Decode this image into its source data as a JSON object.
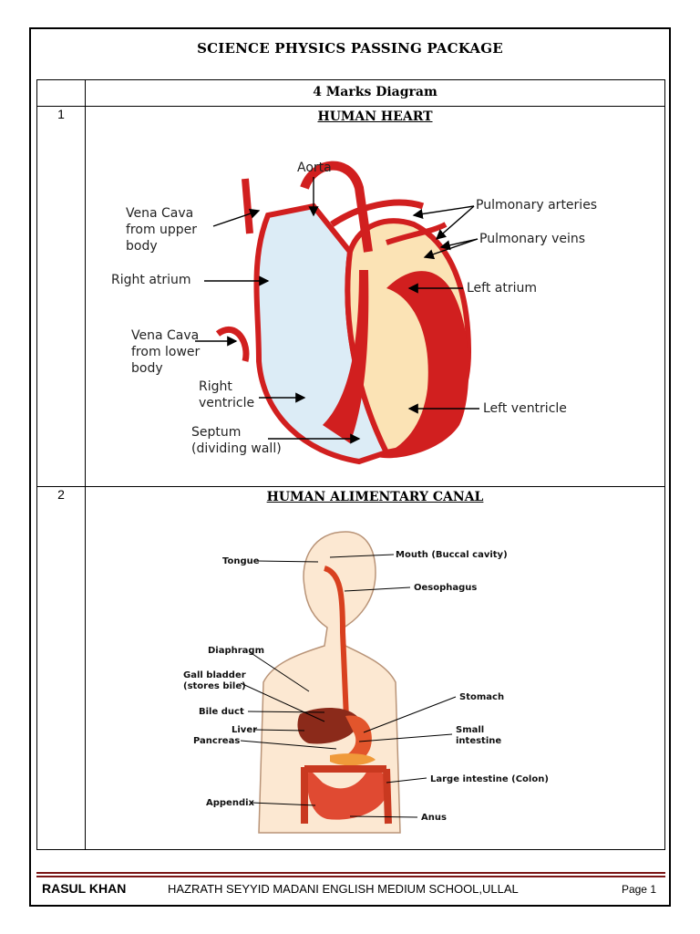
{
  "header": {
    "title": "SCIENCE PHYSICS PASSING PACKAGE"
  },
  "table": {
    "column_header": "4 Marks Diagram",
    "rows": [
      {
        "number": "1",
        "title": "HUMAN HEART",
        "labels": {
          "aorta": "Aorta",
          "vena_cava_upper_1": "Vena Cava",
          "vena_cava_upper_2": "from upper",
          "vena_cava_upper_3": "body",
          "right_atrium": "Right atrium",
          "vena_cava_lower_1": "Vena Cava",
          "vena_cava_lower_2": "from lower",
          "vena_cava_lower_3": "body",
          "right_ventricle_1": "Right",
          "right_ventricle_2": "ventricle",
          "septum_1": "Septum",
          "septum_2": "(dividing wall)",
          "pulmonary_arteries": "Pulmonary arteries",
          "pulmonary_veins": "Pulmonary veins",
          "left_atrium": "Left atrium",
          "left_ventricle": "Left ventricle"
        }
      },
      {
        "number": "2",
        "title": "HUMAN ALIMENTARY CANAL",
        "labels": {
          "tongue": "Tongue",
          "mouth": "Mouth (Buccal cavity)",
          "oesophagus": "Oesophagus",
          "diaphragm": "Diaphragm",
          "gall_bladder_1": "Gall bladder",
          "gall_bladder_2": "(stores bile)",
          "stomach": "Stomach",
          "bile_duct": "Bile duct",
          "liver": "Liver",
          "pancreas": "Pancreas",
          "small_intestine_1": "Small",
          "small_intestine_2": "intestine",
          "large_intestine": "Large intestine (Colon)",
          "appendix": "Appendix",
          "anus": "Anus"
        }
      }
    ]
  },
  "footer": {
    "author": "RASUL KHAN",
    "school": "HAZRATH SEYYID MADANI ENGLISH MEDIUM SCHOOL,ULLAL",
    "page": "Page 1"
  },
  "colors": {
    "heart_red": "#d11f1f",
    "right_side_blue": "#dcecf6",
    "left_side_cream": "#fbe3b5",
    "footer_rule": "#7a1515"
  }
}
